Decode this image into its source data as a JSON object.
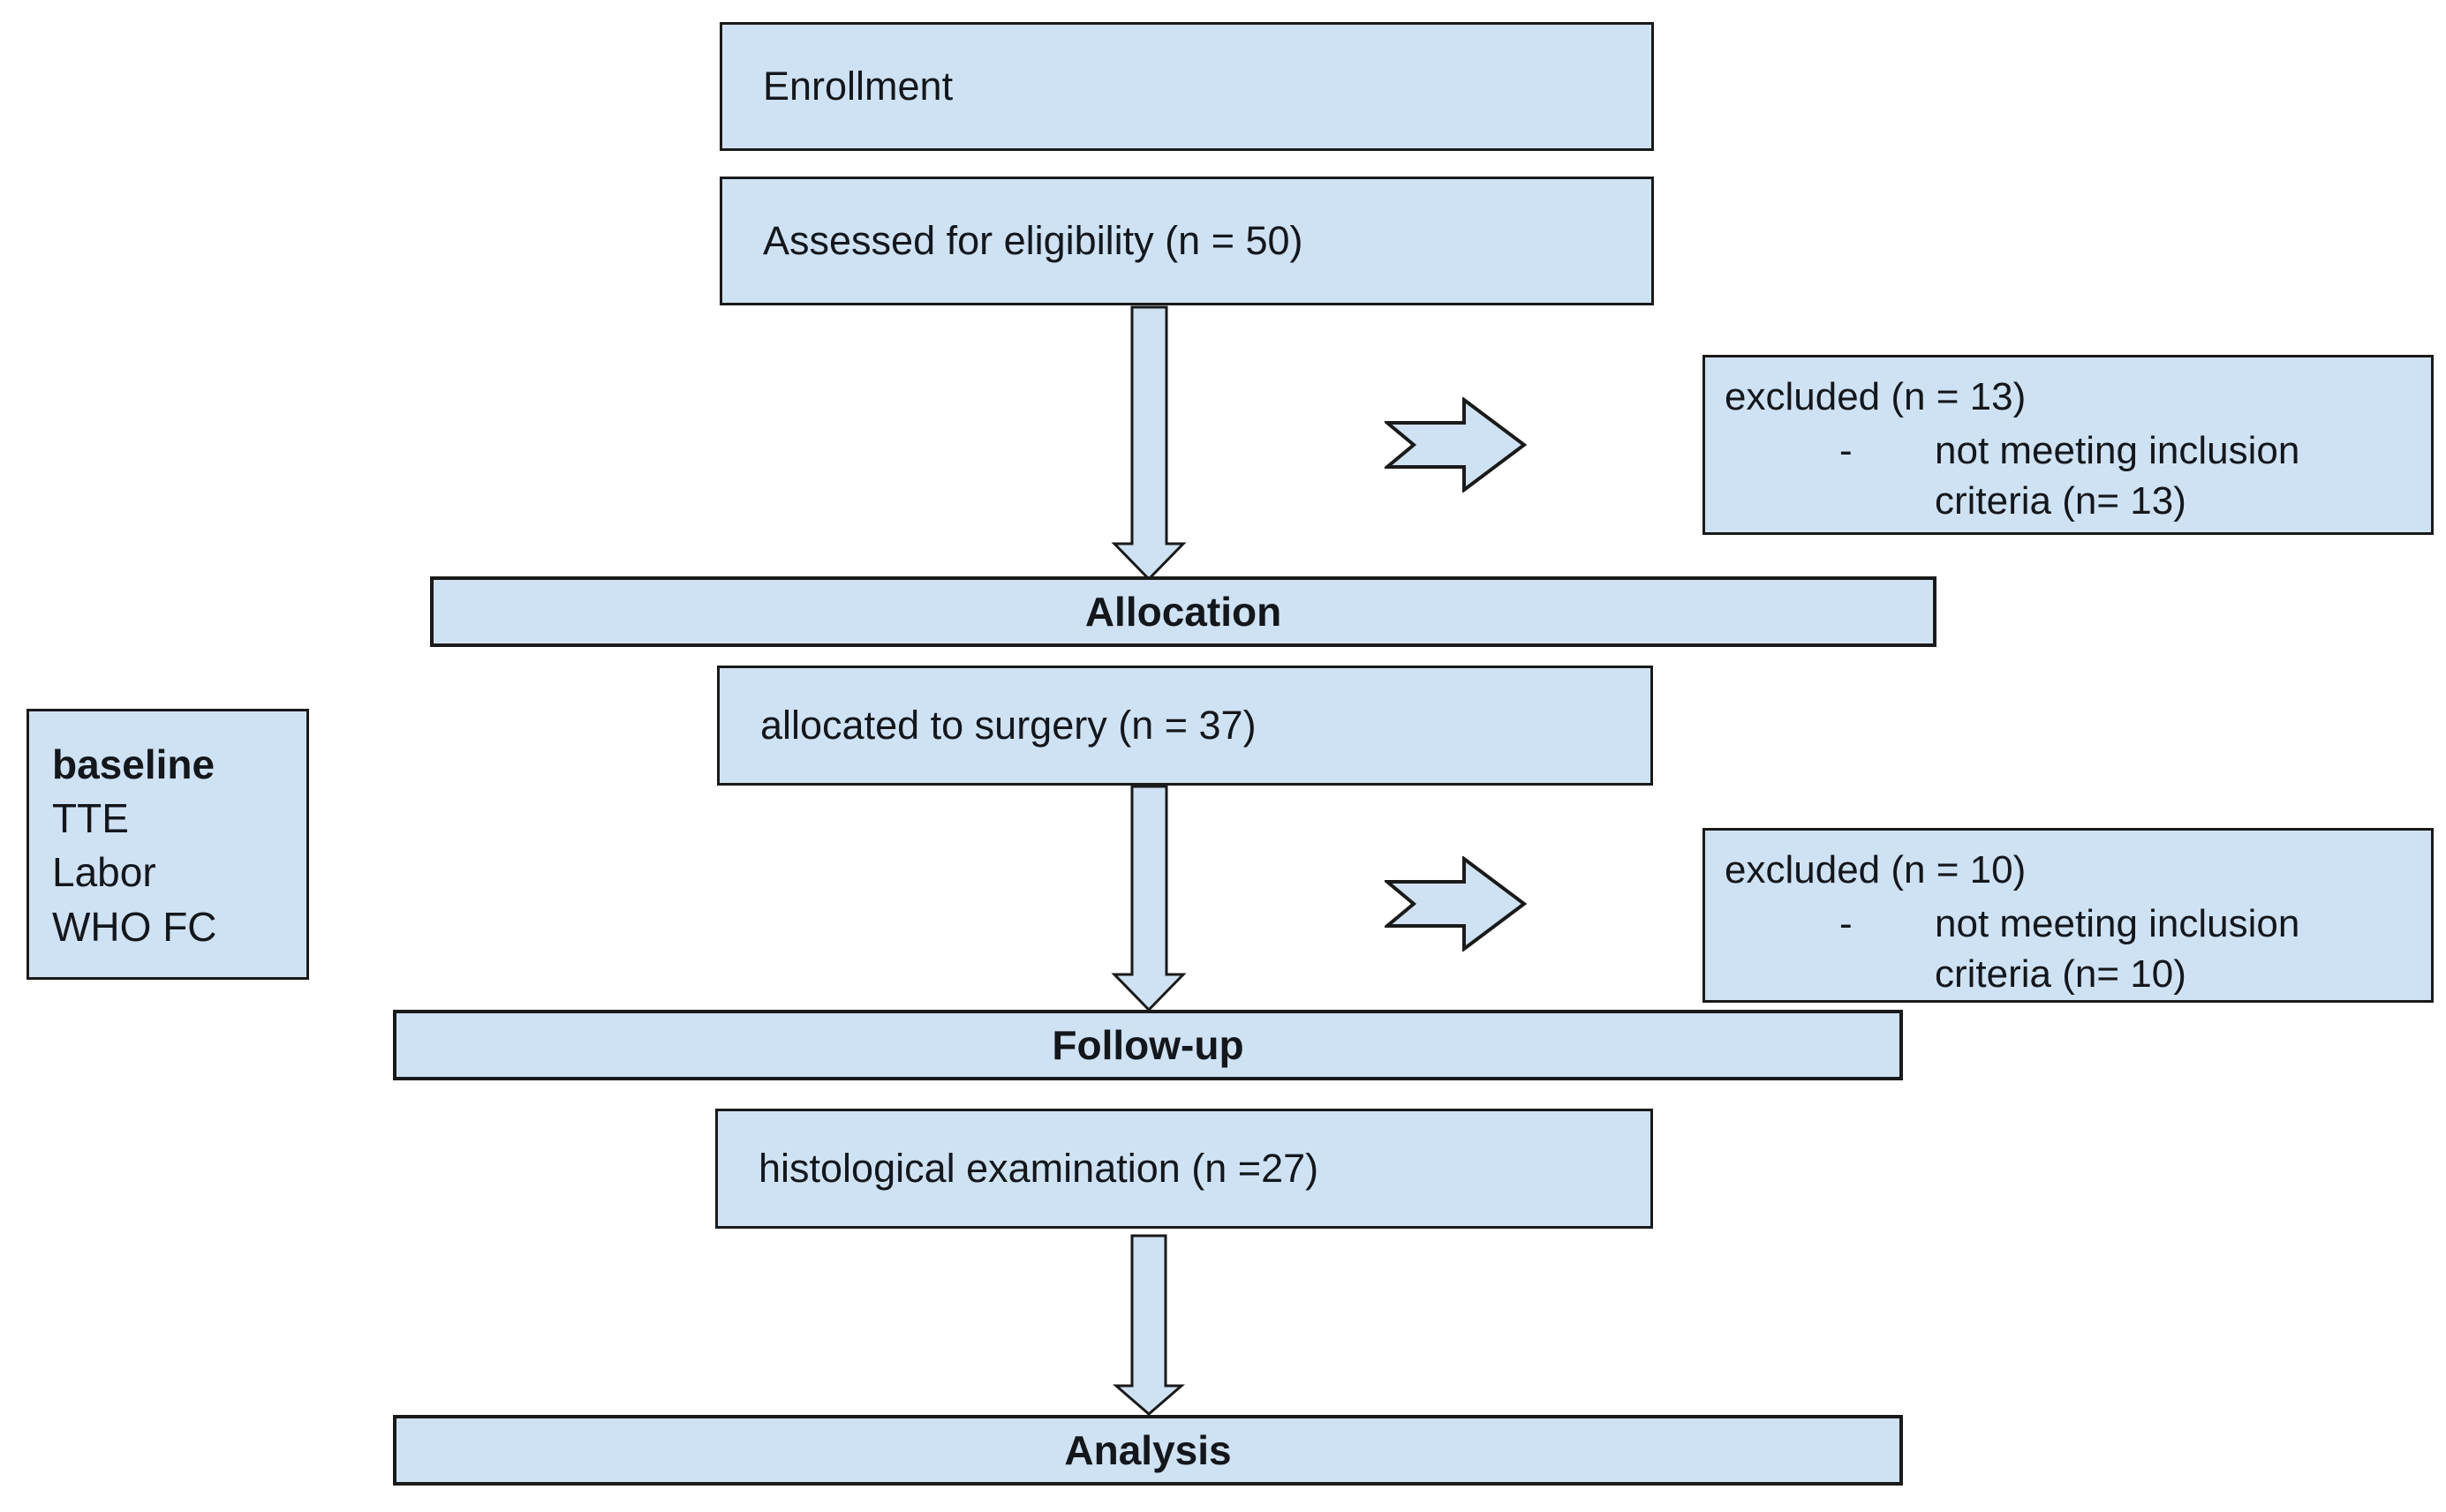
{
  "colors": {
    "box_fill": "#cfe2f3",
    "box_border": "#1a1a1a",
    "text": "#13171c",
    "background": "#ffffff"
  },
  "flow": {
    "enrollment_label": "Enrollment",
    "assessed_label": "Assessed for eligibility (n = 50)",
    "allocation_label": "Allocation",
    "allocated_label": "allocated to surgery (n = 37)",
    "followup_label": "Follow-up",
    "histology_label": "histological examination (n =27)",
    "analysis_label": "Analysis"
  },
  "excluded_1": {
    "title": "excluded (n = 13)",
    "bullet_marker": "-",
    "bullet_text": "not meeting inclusion criteria (n= 13)"
  },
  "excluded_2": {
    "title": "excluded (n = 10)",
    "bullet_marker": "-",
    "bullet_text": "not meeting inclusion criteria (n= 10)"
  },
  "baseline_box": {
    "title": "baseline",
    "items": [
      "TTE",
      "Labor",
      "WHO FC"
    ]
  },
  "icons": {
    "down_arrow": "block arrow pointing down",
    "right_arrow": "block arrow pointing right"
  }
}
